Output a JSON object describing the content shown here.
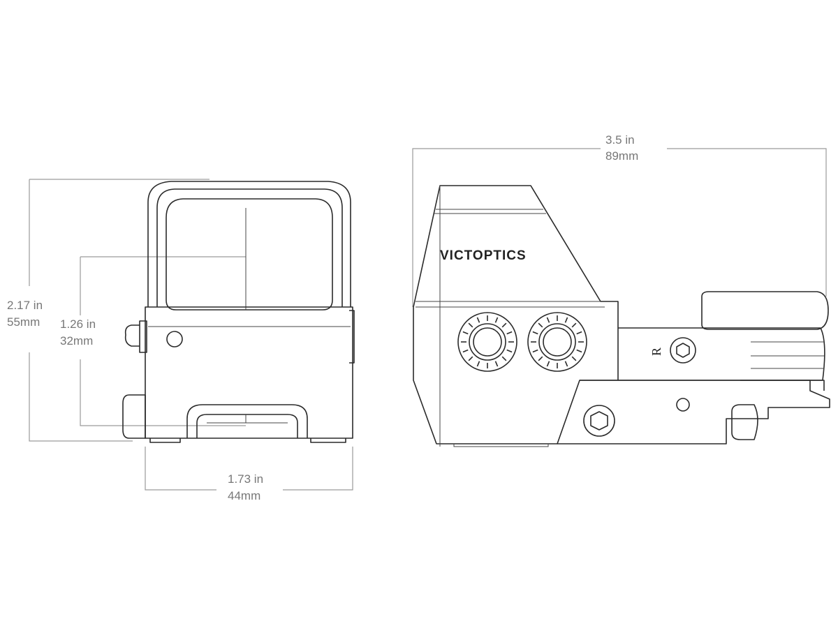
{
  "dimensions": {
    "height_total": {
      "imperial": "2.17 in",
      "metric": "55mm"
    },
    "height_window": {
      "imperial": "1.26 in",
      "metric": "32mm"
    },
    "width": {
      "imperial": "1.73 in",
      "metric": "44mm"
    },
    "length": {
      "imperial": "3.5 in",
      "metric": "89mm"
    }
  },
  "product": {
    "brand": "VICTOPTICS",
    "marking": "R"
  }
}
